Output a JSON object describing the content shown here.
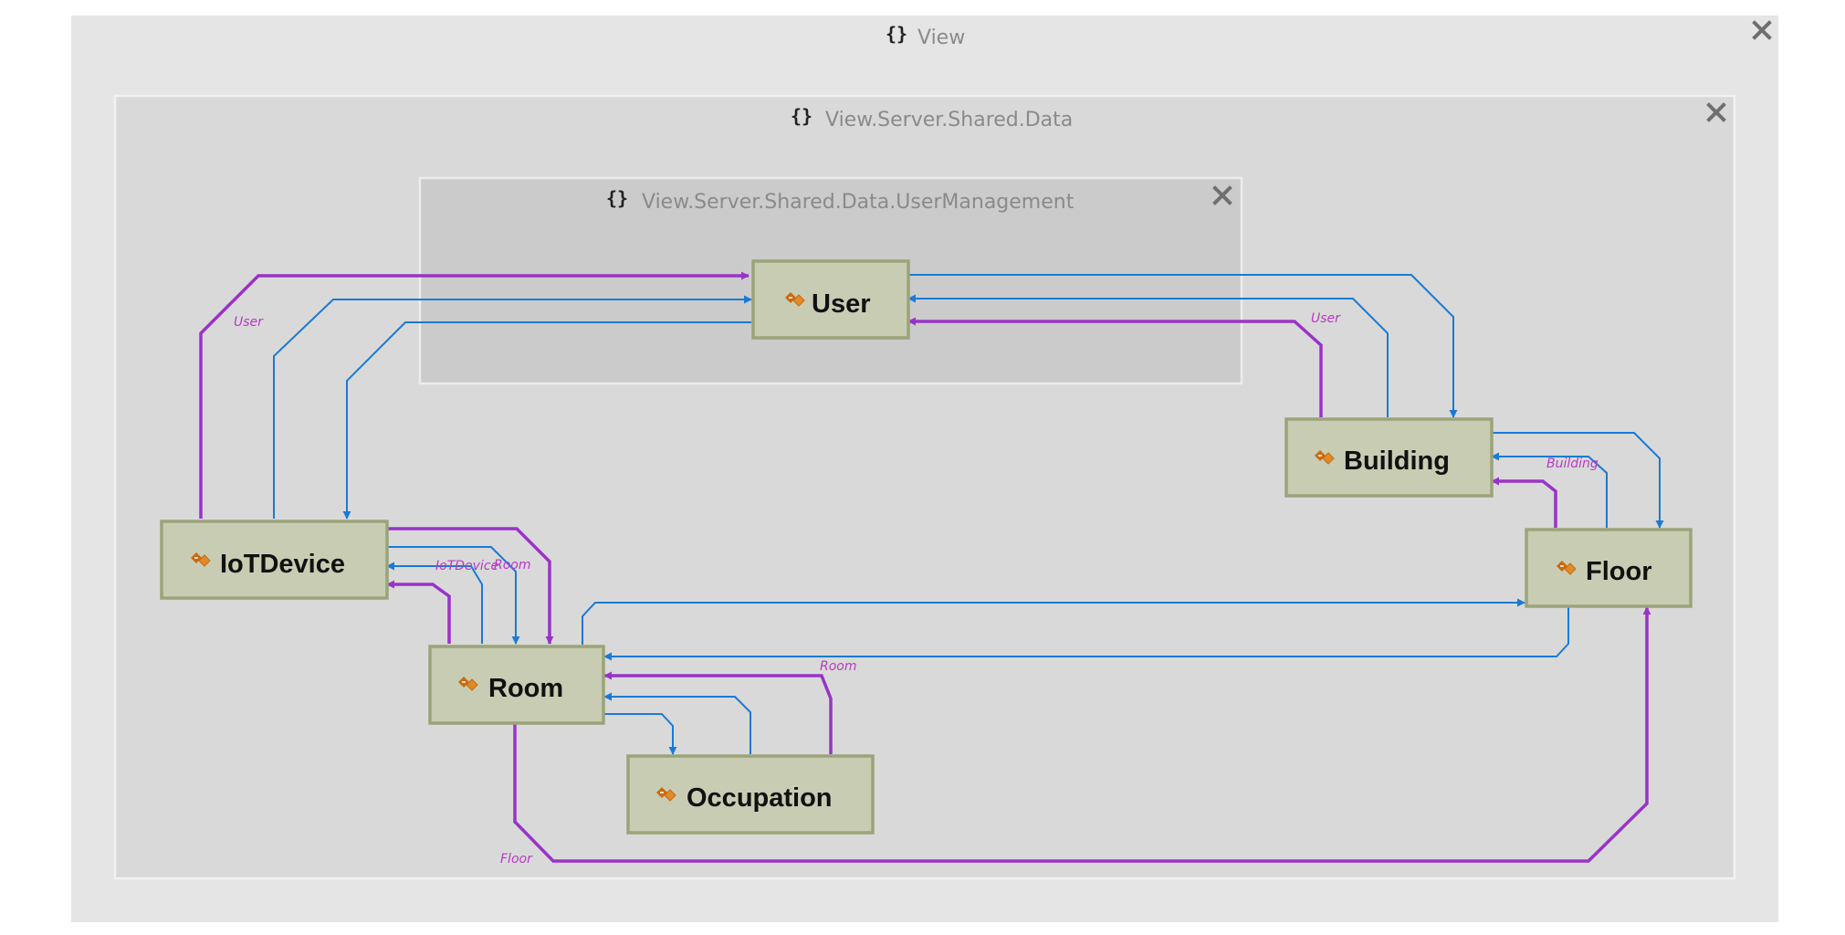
{
  "colors": {
    "outer_bg": "#e5e5e5",
    "middle_bg": "#d9d9d9",
    "inner_bg": "#cbcbcb",
    "node_fill": "#c8ccb2",
    "node_border": "#9aa47a",
    "edge_blue": "#1a7ad4",
    "edge_purple": "#9933c8",
    "edge_label": "#b63ac4",
    "class_icon": "#c96a10"
  },
  "namespace_icon": "namespace-braces-icon",
  "class_icon": "class-icon",
  "namespaces": {
    "view": {
      "title": "View"
    },
    "data": {
      "title": "View.Server.Shared.Data"
    },
    "user_management": {
      "title": "View.Server.Shared.Data.UserManagement"
    }
  },
  "nodes": {
    "user": "User",
    "building": "Building",
    "iotdevice": "IoTDevice",
    "floor": "Floor",
    "room": "Room",
    "occupation": "Occupation"
  },
  "edge_labels": {
    "iot_user": "User",
    "building_user": "User",
    "floor_building": "Building",
    "room_iotdevice": "IoTDevice",
    "iot_room": "Room",
    "occupation_room": "Room",
    "room_floor": "Floor"
  }
}
